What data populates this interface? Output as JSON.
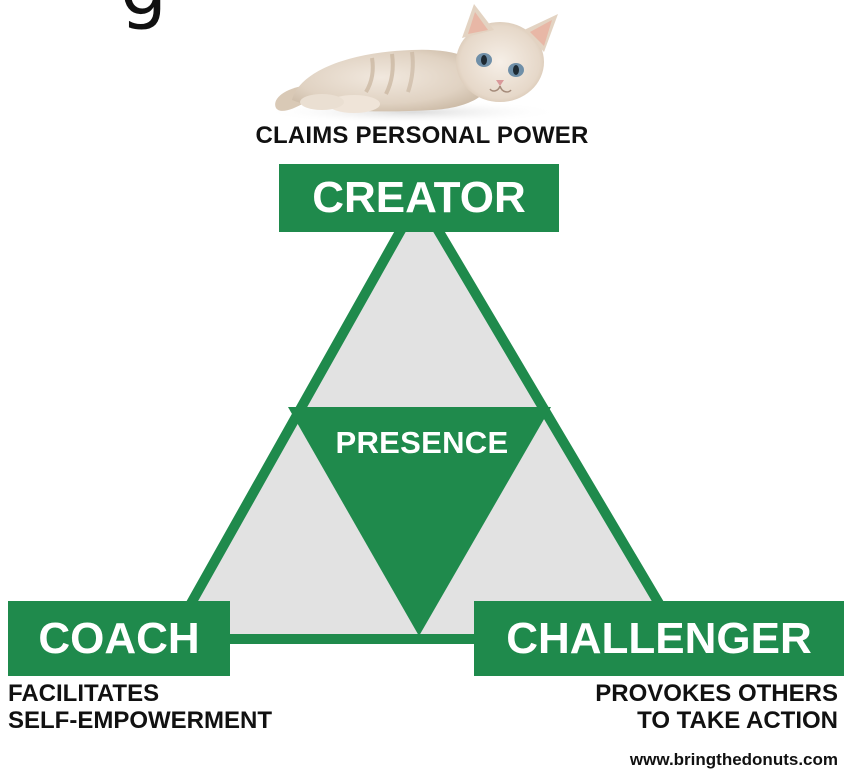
{
  "heading_partial": "g",
  "image": {
    "subject": "kitten"
  },
  "creator": {
    "caption": "CLAIMS PERSONAL POWER",
    "label": "CREATOR"
  },
  "center": {
    "label": "PRESENCE"
  },
  "coach": {
    "label": "COACH",
    "caption_line1": "FACILITATES",
    "caption_line2": "SELF-EMPOWERMENT"
  },
  "challenger": {
    "label": "CHALLENGER",
    "caption_line1": "PROVOKES OTHERS",
    "caption_line2": "TO TAKE ACTION"
  },
  "footer": {
    "url": "www.bringthedonuts.com"
  },
  "colors": {
    "green": "#1f8a4c",
    "triangle_fill": "#e2e2e2",
    "text": "#111111"
  }
}
